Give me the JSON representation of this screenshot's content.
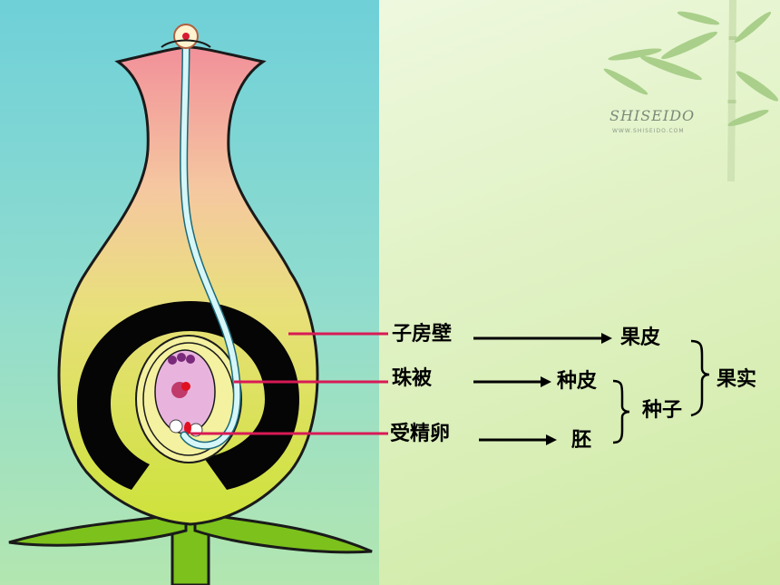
{
  "brand": {
    "name": "SHISEIDO",
    "url": "WWW.SHISEIDO.COM"
  },
  "labels": {
    "ovary_wall": "子房壁",
    "integument": "珠被",
    "fertilized_egg": "受精卵",
    "pericarp": "果皮",
    "seed_coat": "种皮",
    "embryo": "胚",
    "seed": "种子",
    "fruit": "果实"
  },
  "colors": {
    "pointer_line": "#d81a55",
    "arrow": "#000000",
    "left_background": "#7fd6da",
    "flower_body": "#d8e64a",
    "stigma_pink": "#f0a0a8",
    "pollen_tube": "#cff4f4",
    "dark_layer": "#000000",
    "embryo_sac": "#e8b4de",
    "stem": "#7cc11c"
  }
}
